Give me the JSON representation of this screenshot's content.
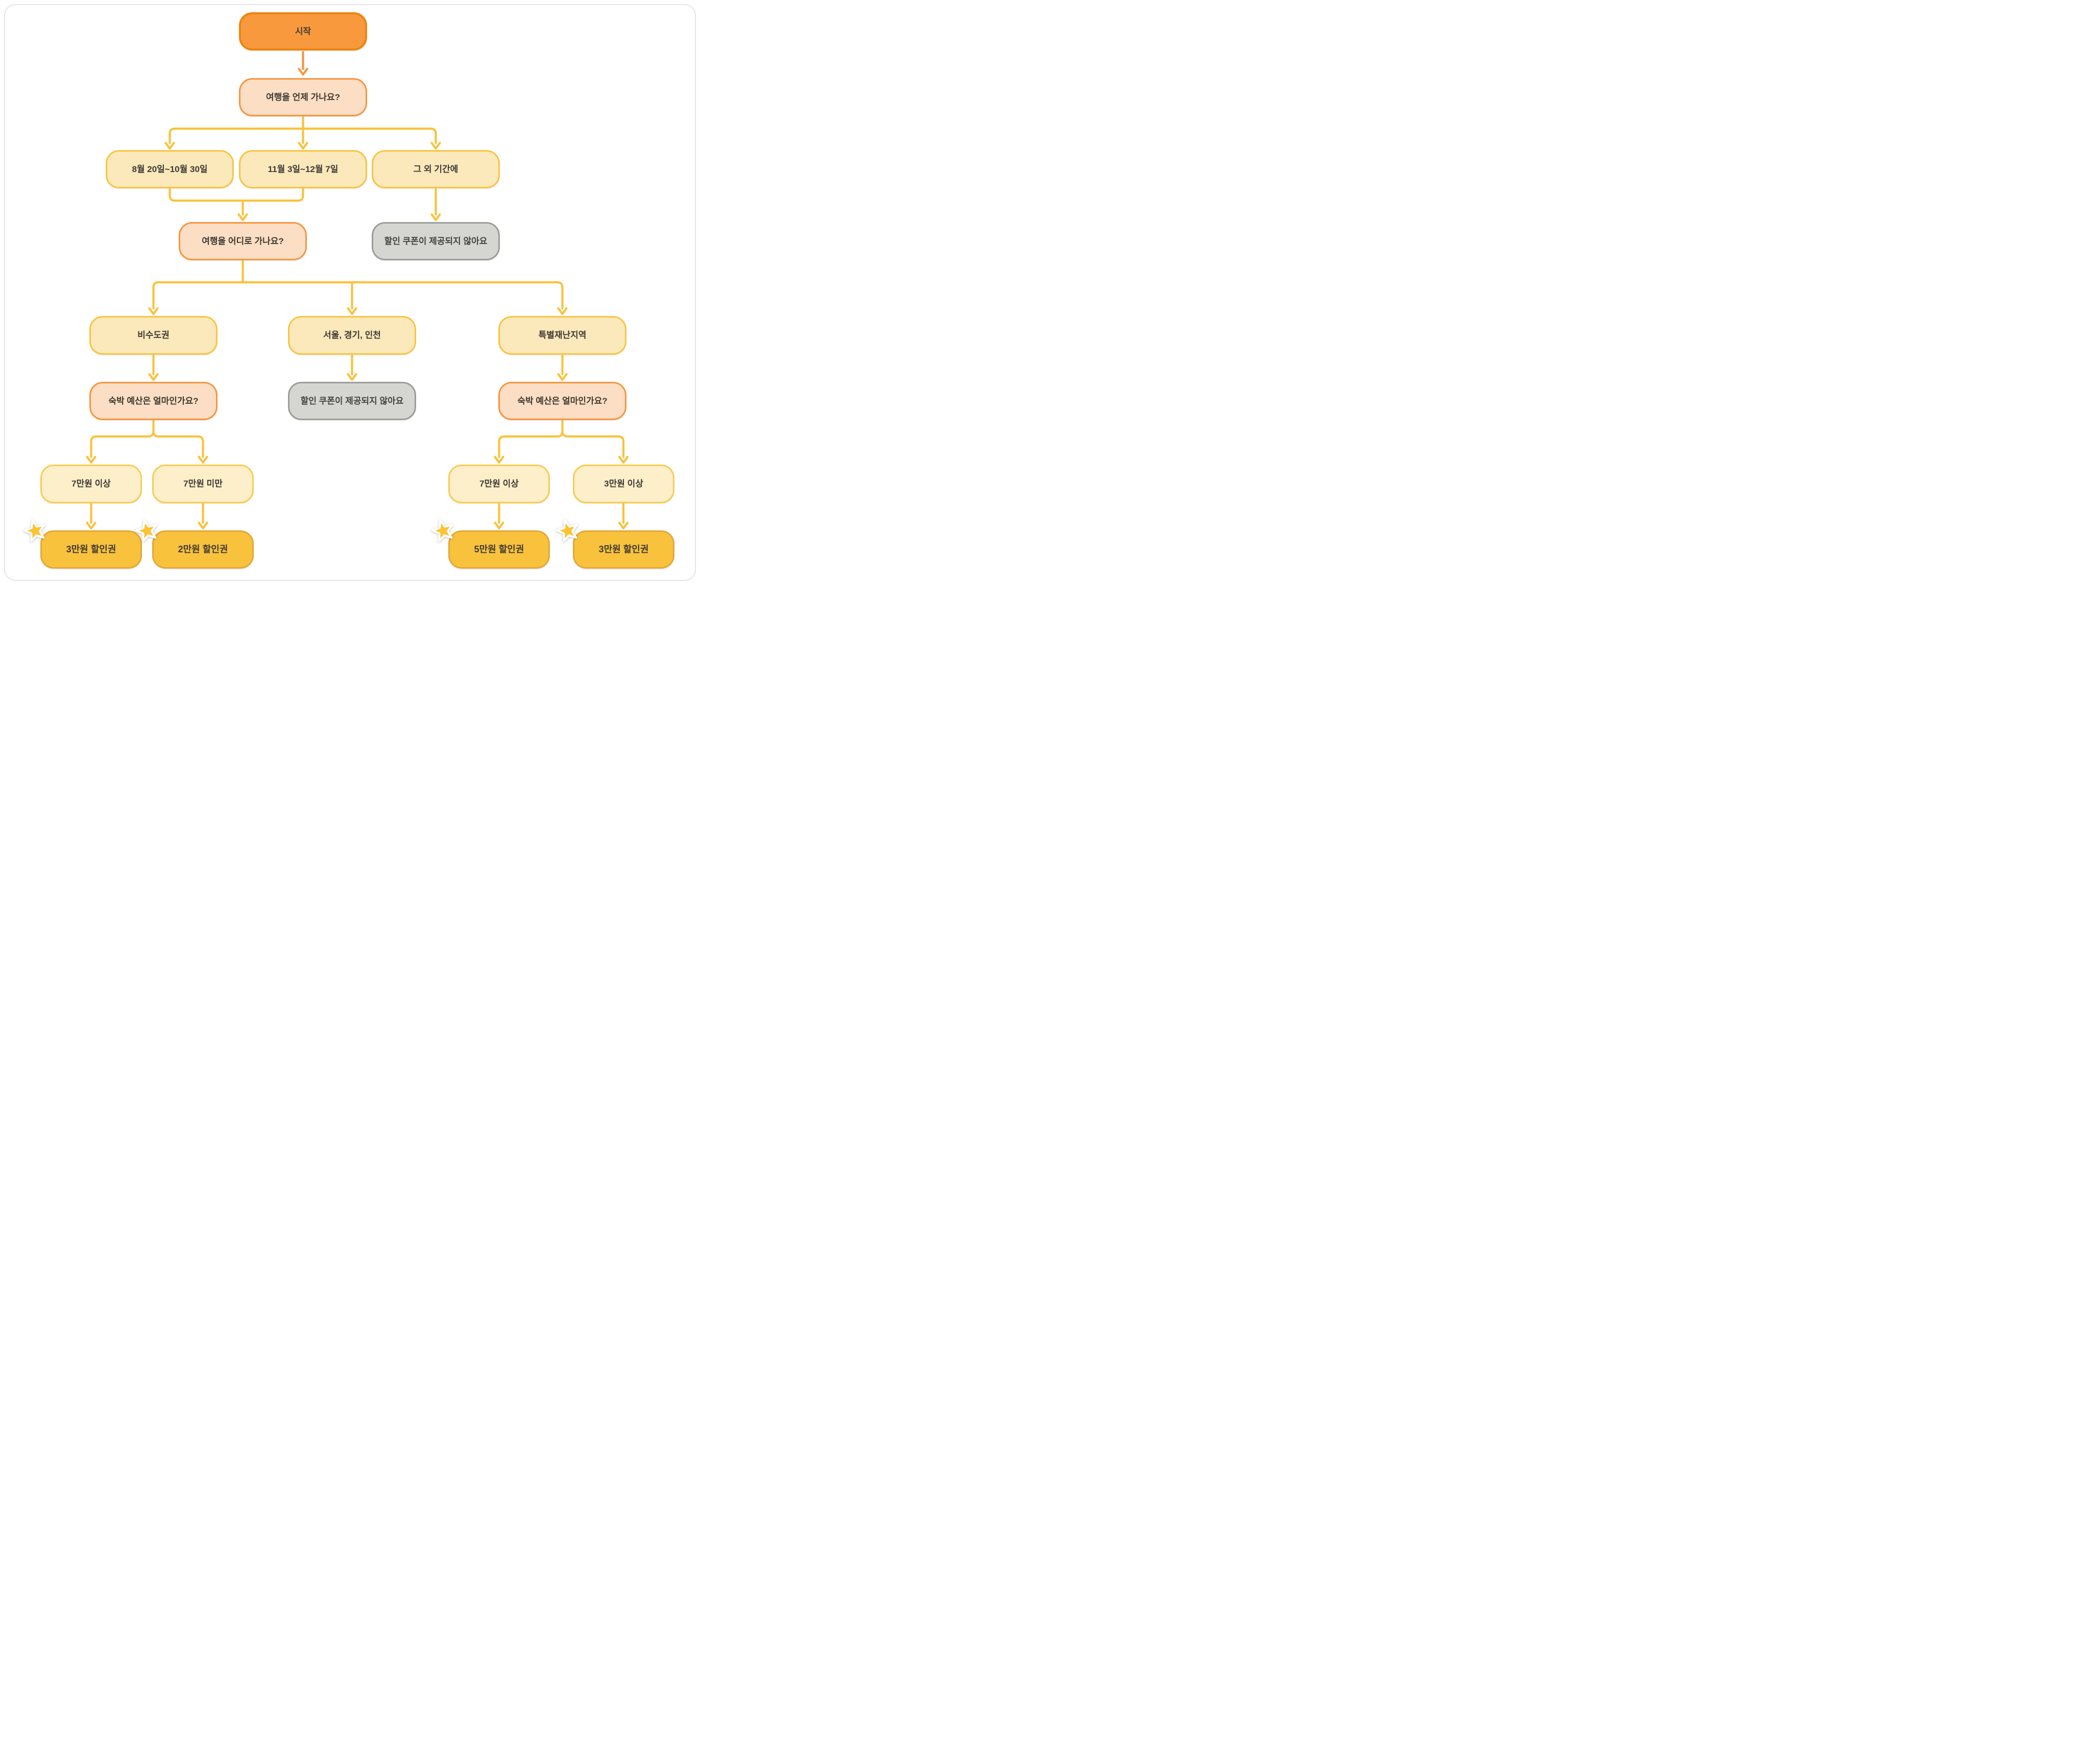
{
  "page": {
    "background": "#ffffff",
    "card_border": "#e5e5e5"
  },
  "colors": {
    "start_fill": "#f9993e",
    "start_border": "#ec8511",
    "question_fill": "#fbdec3",
    "question_border": "#f7953f",
    "option_fill": "#fbe8bb",
    "option_border": "#f9c440",
    "pale_fill": "#fcefca",
    "pale_border": "#f9cb52",
    "coupon_fill": "#f9c23d",
    "coupon_border": "#e6a637",
    "negative_fill": "#d5d5d2",
    "negative_border": "#9c9c98",
    "arrow": "#fac23c",
    "arrow_orange": "#f7953f",
    "star": "#fdc330",
    "text": "#3e3a33"
  },
  "nodes": {
    "start": {
      "label": "시작",
      "type": "start"
    },
    "q_when": {
      "label": "여행을 언제 가나요?",
      "type": "question"
    },
    "d_aug_oct": {
      "label": "8월 20일~10월 30일",
      "type": "option"
    },
    "d_nov_dec": {
      "label": "11월 3일~12월 7일",
      "type": "option"
    },
    "d_other": {
      "label": "그 외 기간에",
      "type": "option"
    },
    "q_where": {
      "label": "여행을 어디로 가나요?",
      "type": "question"
    },
    "no_coupon_1": {
      "label": "할인 쿠폰이 제공되지 않아요",
      "type": "negative"
    },
    "r_non_metro": {
      "label": "비수도권",
      "type": "option"
    },
    "r_seoul": {
      "label": "서울, 경기, 인천",
      "type": "option"
    },
    "r_disaster": {
      "label": "특별재난지역",
      "type": "option"
    },
    "q_budget_left": {
      "label": "숙박 예산은 얼마인가요?",
      "type": "question"
    },
    "no_coupon_2": {
      "label": "할인 쿠폰이 제공되지 않아요",
      "type": "negative"
    },
    "q_budget_right": {
      "label": "숙박 예산은 얼마인가요?",
      "type": "question"
    },
    "b_70k_over_l": {
      "label": "7만원 이상",
      "type": "budget"
    },
    "b_70k_under": {
      "label": "7만원 미만",
      "type": "budget"
    },
    "b_70k_over_r": {
      "label": "7만원 이상",
      "type": "budget"
    },
    "b_30k_over": {
      "label": "3만원 이상",
      "type": "budget"
    },
    "c_30k_l": {
      "label": "3만원 할인권",
      "type": "coupon",
      "starred": true
    },
    "c_20k": {
      "label": "2만원 할인권",
      "type": "coupon",
      "starred": true
    },
    "c_50k": {
      "label": "5만원 할인권",
      "type": "coupon",
      "starred": true
    },
    "c_30k_r": {
      "label": "3만원 할인권",
      "type": "coupon",
      "starred": true
    }
  },
  "edges": [
    {
      "from": "start",
      "to": "q_when"
    },
    {
      "from": "q_when",
      "to": "d_aug_oct"
    },
    {
      "from": "q_when",
      "to": "d_nov_dec"
    },
    {
      "from": "q_when",
      "to": "d_other"
    },
    {
      "from": "d_aug_oct",
      "to": "q_where"
    },
    {
      "from": "d_nov_dec",
      "to": "q_where"
    },
    {
      "from": "d_other",
      "to": "no_coupon_1"
    },
    {
      "from": "q_where",
      "to": "r_non_metro"
    },
    {
      "from": "q_where",
      "to": "r_seoul"
    },
    {
      "from": "q_where",
      "to": "r_disaster"
    },
    {
      "from": "r_non_metro",
      "to": "q_budget_left"
    },
    {
      "from": "r_seoul",
      "to": "no_coupon_2"
    },
    {
      "from": "r_disaster",
      "to": "q_budget_right"
    },
    {
      "from": "q_budget_left",
      "to": "b_70k_over_l"
    },
    {
      "from": "q_budget_left",
      "to": "b_70k_under"
    },
    {
      "from": "b_70k_over_l",
      "to": "c_30k_l"
    },
    {
      "from": "b_70k_under",
      "to": "c_20k"
    },
    {
      "from": "q_budget_right",
      "to": "b_70k_over_r"
    },
    {
      "from": "q_budget_right",
      "to": "b_30k_over"
    },
    {
      "from": "b_70k_over_r",
      "to": "c_50k"
    },
    {
      "from": "b_30k_over",
      "to": "c_30k_r"
    }
  ]
}
